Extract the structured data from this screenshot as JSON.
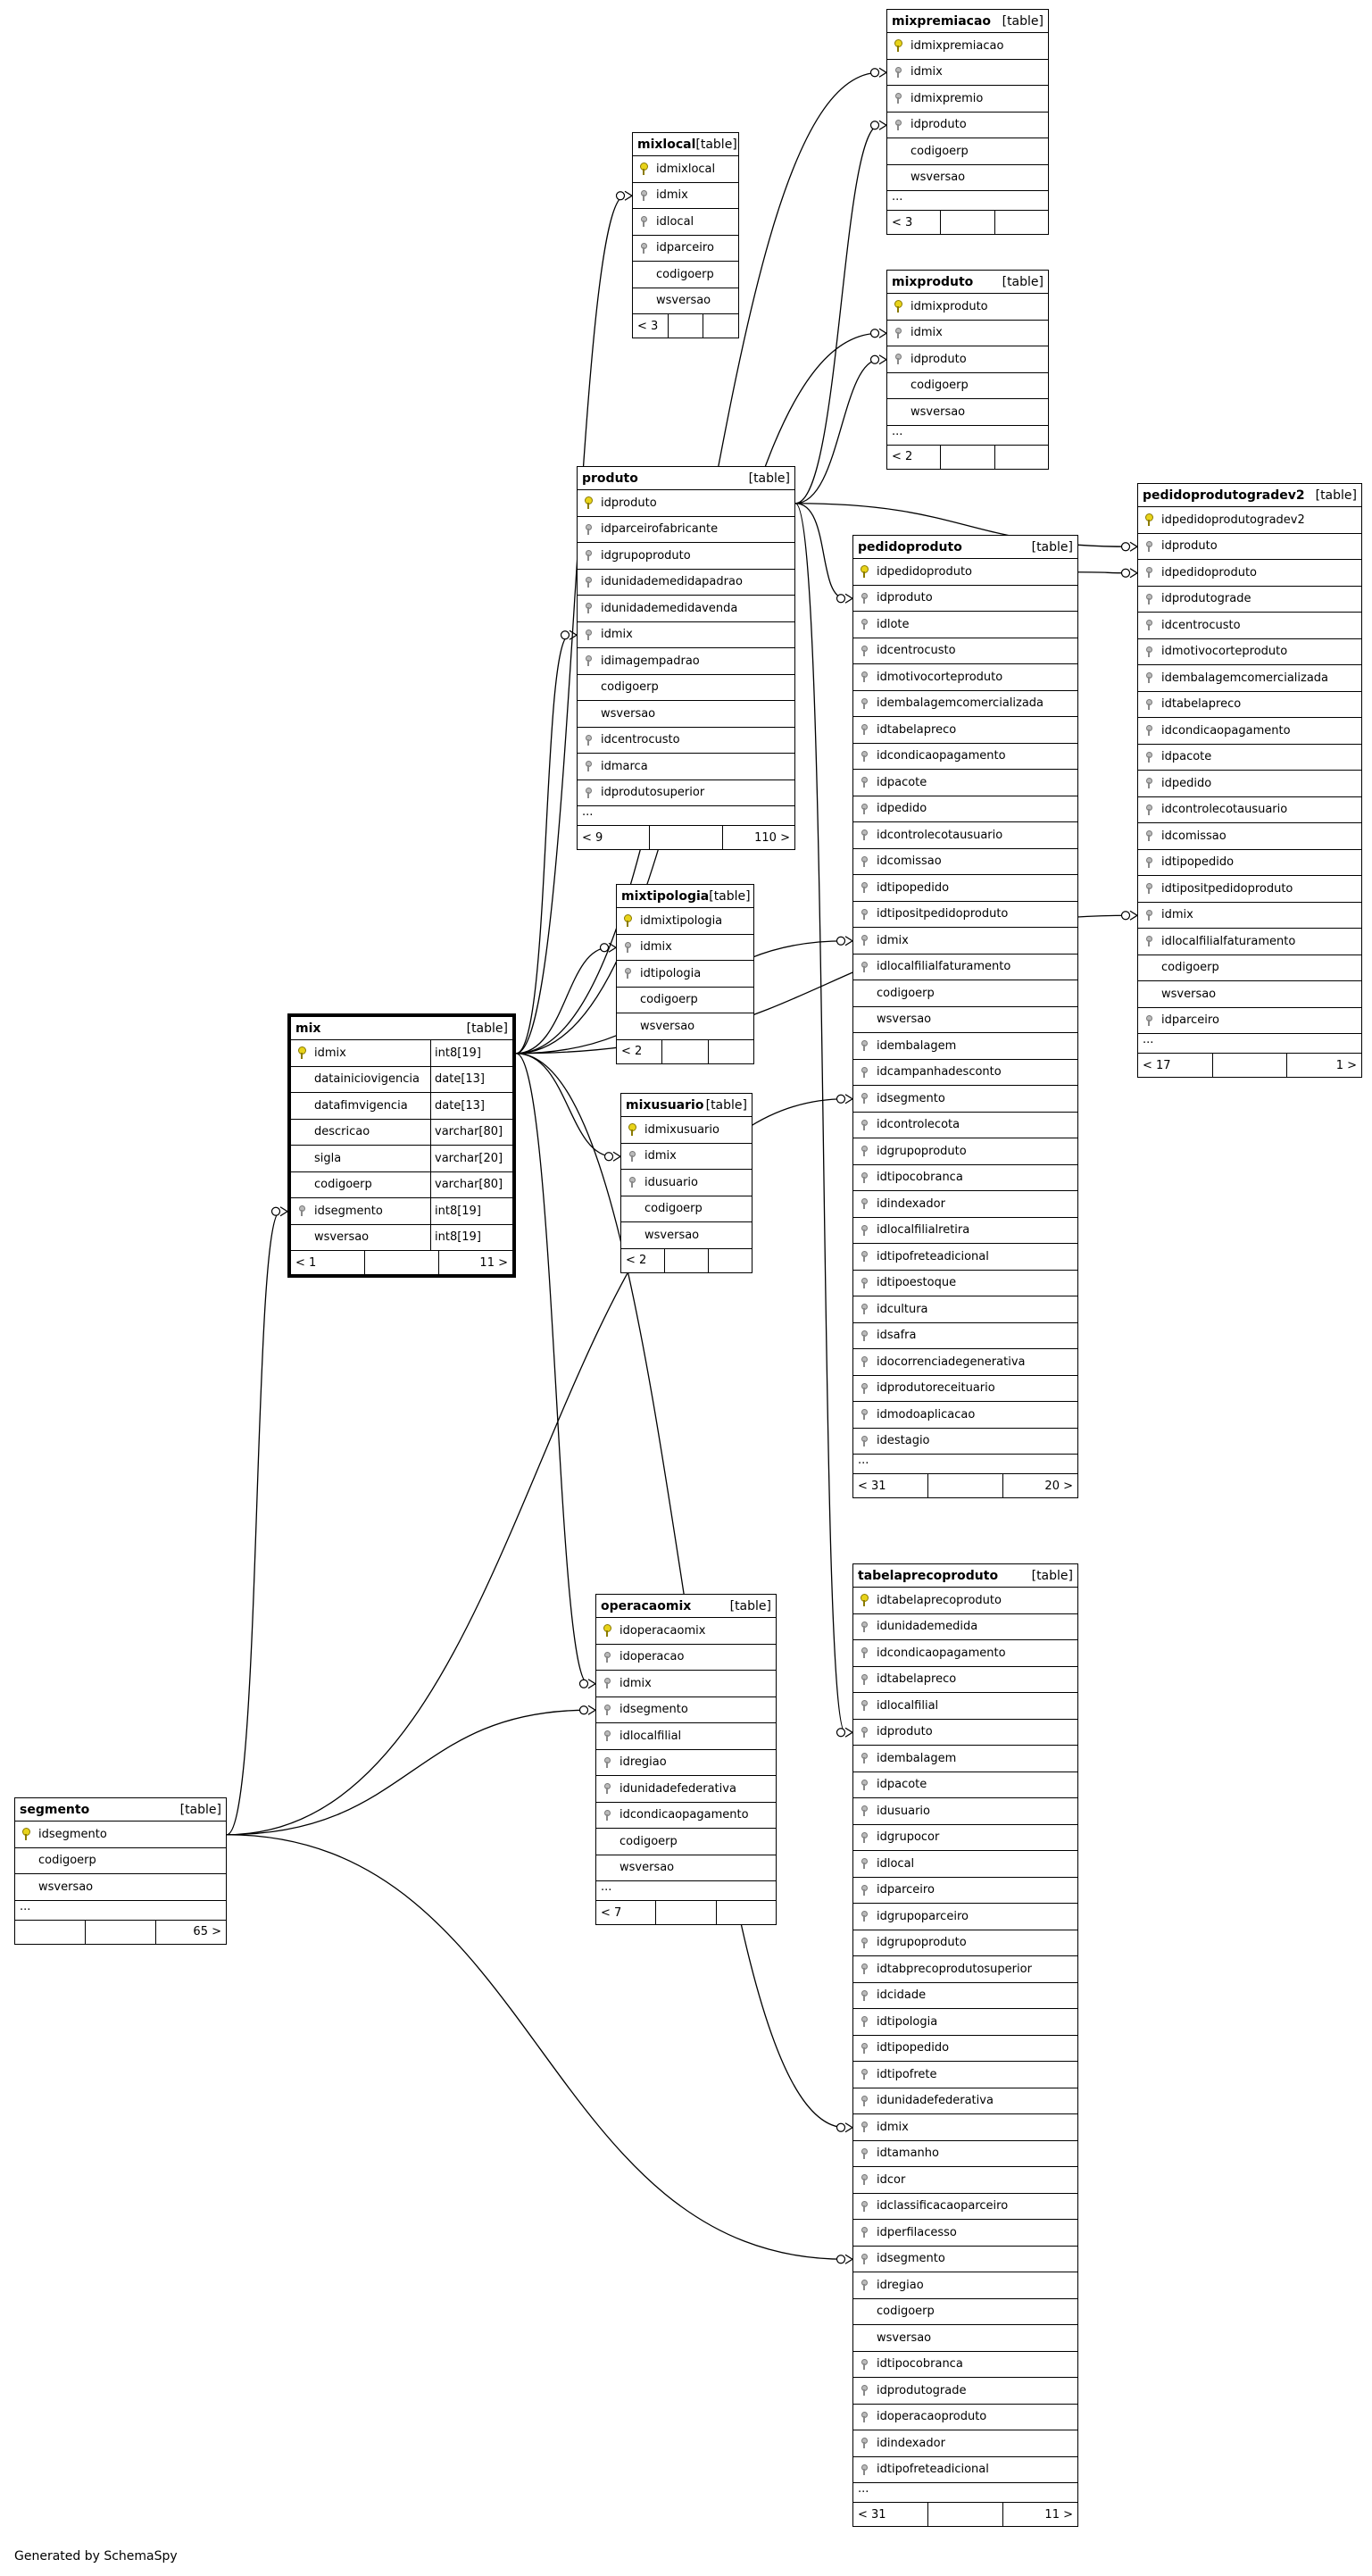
{
  "footer": "Generated by SchemaSpy",
  "tables": [
    {
      "id": "mixpremiacao",
      "name": "mixpremiacao",
      "kind": "[table]",
      "columns": [
        {
          "name": "idmixpremiacao",
          "key": "pk"
        },
        {
          "name": "idmix",
          "key": "fk"
        },
        {
          "name": "idmixpremio",
          "key": "fk"
        },
        {
          "name": "idproduto",
          "key": "fk"
        },
        {
          "name": "codigoerp",
          "key": ""
        },
        {
          "name": "wsversao",
          "key": ""
        }
      ],
      "ellipsis": "...",
      "footer": [
        "< 3",
        "",
        ""
      ]
    },
    {
      "id": "mixlocal",
      "name": "mixlocal",
      "kind": "[table]",
      "columns": [
        {
          "name": "idmixlocal",
          "key": "pk"
        },
        {
          "name": "idmix",
          "key": "fk"
        },
        {
          "name": "idlocal",
          "key": "fk"
        },
        {
          "name": "idparceiro",
          "key": "fk"
        },
        {
          "name": "codigoerp",
          "key": ""
        },
        {
          "name": "wsversao",
          "key": ""
        }
      ],
      "ellipsis": "",
      "footer": [
        "< 3",
        "",
        ""
      ]
    },
    {
      "id": "mixproduto",
      "name": "mixproduto",
      "kind": "[table]",
      "columns": [
        {
          "name": "idmixproduto",
          "key": "pk"
        },
        {
          "name": "idmix",
          "key": "fk"
        },
        {
          "name": "idproduto",
          "key": "fk"
        },
        {
          "name": "codigoerp",
          "key": ""
        },
        {
          "name": "wsversao",
          "key": ""
        }
      ],
      "ellipsis": "...",
      "footer": [
        "< 2",
        "",
        ""
      ]
    },
    {
      "id": "produto",
      "name": "produto",
      "kind": "[table]",
      "columns": [
        {
          "name": "idproduto",
          "key": "pk"
        },
        {
          "name": "idparceirofabricante",
          "key": "fk"
        },
        {
          "name": "idgrupoproduto",
          "key": "fk"
        },
        {
          "name": "idunidademedidapadrao",
          "key": "fk"
        },
        {
          "name": "idunidademedidavenda",
          "key": "fk"
        },
        {
          "name": "idmix",
          "key": "fk"
        },
        {
          "name": "idimagempadrao",
          "key": "fk"
        },
        {
          "name": "codigoerp",
          "key": ""
        },
        {
          "name": "wsversao",
          "key": ""
        },
        {
          "name": "idcentrocusto",
          "key": "fk"
        },
        {
          "name": "idmarca",
          "key": "fk"
        },
        {
          "name": "idprodutosuperior",
          "key": "fk"
        }
      ],
      "ellipsis": "...",
      "footer": [
        "< 9",
        "",
        "110 >"
      ]
    },
    {
      "id": "pedidoprodutogradev2",
      "name": "pedidoprodutogradev2",
      "kind": "[table]",
      "columns": [
        {
          "name": "idpedidoprodutogradev2",
          "key": "pk"
        },
        {
          "name": "idproduto",
          "key": "fk"
        },
        {
          "name": "idpedidoproduto",
          "key": "fk"
        },
        {
          "name": "idprodutograde",
          "key": "fk"
        },
        {
          "name": "idcentrocusto",
          "key": "fk"
        },
        {
          "name": "idmotivocorteproduto",
          "key": "fk"
        },
        {
          "name": "idembalagemcomercializada",
          "key": "fk"
        },
        {
          "name": "idtabelapreco",
          "key": "fk"
        },
        {
          "name": "idcondicaopagamento",
          "key": "fk"
        },
        {
          "name": "idpacote",
          "key": "fk"
        },
        {
          "name": "idpedido",
          "key": "fk"
        },
        {
          "name": "idcontrolecotausuario",
          "key": "fk"
        },
        {
          "name": "idcomissao",
          "key": "fk"
        },
        {
          "name": "idtipopedido",
          "key": "fk"
        },
        {
          "name": "idtipositpedidoproduto",
          "key": "fk"
        },
        {
          "name": "idmix",
          "key": "fk"
        },
        {
          "name": "idlocalfilialfaturamento",
          "key": "fk"
        },
        {
          "name": "codigoerp",
          "key": ""
        },
        {
          "name": "wsversao",
          "key": ""
        },
        {
          "name": "idparceiro",
          "key": "fk"
        }
      ],
      "ellipsis": "...",
      "footer": [
        "< 17",
        "",
        "1 >"
      ]
    },
    {
      "id": "pedidoproduto",
      "name": "pedidoproduto",
      "kind": "[table]",
      "columns": [
        {
          "name": "idpedidoproduto",
          "key": "pk"
        },
        {
          "name": "idproduto",
          "key": "fk"
        },
        {
          "name": "idlote",
          "key": "fk"
        },
        {
          "name": "idcentrocusto",
          "key": "fk"
        },
        {
          "name": "idmotivocorteproduto",
          "key": "fk"
        },
        {
          "name": "idembalagemcomercializada",
          "key": "fk"
        },
        {
          "name": "idtabelapreco",
          "key": "fk"
        },
        {
          "name": "idcondicaopagamento",
          "key": "fk"
        },
        {
          "name": "idpacote",
          "key": "fk"
        },
        {
          "name": "idpedido",
          "key": "fk"
        },
        {
          "name": "idcontrolecotausuario",
          "key": "fk"
        },
        {
          "name": "idcomissao",
          "key": "fk"
        },
        {
          "name": "idtipopedido",
          "key": "fk"
        },
        {
          "name": "idtipositpedidoproduto",
          "key": "fk"
        },
        {
          "name": "idmix",
          "key": "fk"
        },
        {
          "name": "idlocalfilialfaturamento",
          "key": "fk"
        },
        {
          "name": "codigoerp",
          "key": ""
        },
        {
          "name": "wsversao",
          "key": ""
        },
        {
          "name": "idembalagem",
          "key": "fk"
        },
        {
          "name": "idcampanhadesconto",
          "key": "fk"
        },
        {
          "name": "idsegmento",
          "key": "fk"
        },
        {
          "name": "idcontrolecota",
          "key": "fk"
        },
        {
          "name": "idgrupoproduto",
          "key": "fk"
        },
        {
          "name": "idtipocobranca",
          "key": "fk"
        },
        {
          "name": "idindexador",
          "key": "fk"
        },
        {
          "name": "idlocalfilialretira",
          "key": "fk"
        },
        {
          "name": "idtipofreteadicional",
          "key": "fk"
        },
        {
          "name": "idtipoestoque",
          "key": "fk"
        },
        {
          "name": "idcultura",
          "key": "fk"
        },
        {
          "name": "idsafra",
          "key": "fk"
        },
        {
          "name": "idocorrenciadegenerativa",
          "key": "fk"
        },
        {
          "name": "idprodutoreceituario",
          "key": "fk"
        },
        {
          "name": "idmodoaplicacao",
          "key": "fk"
        },
        {
          "name": "idestagio",
          "key": "fk"
        }
      ],
      "ellipsis": "...",
      "footer": [
        "< 31",
        "",
        "20 >"
      ]
    },
    {
      "id": "mixtipologia",
      "name": "mixtipologia",
      "kind": "[table]",
      "columns": [
        {
          "name": "idmixtipologia",
          "key": "pk"
        },
        {
          "name": "idmix",
          "key": "fk"
        },
        {
          "name": "idtipologia",
          "key": "fk"
        },
        {
          "name": "codigoerp",
          "key": ""
        },
        {
          "name": "wsversao",
          "key": ""
        }
      ],
      "ellipsis": "",
      "footer": [
        "< 2",
        "",
        ""
      ]
    },
    {
      "id": "mix",
      "name": "mix",
      "kind": "[table]",
      "columns": [
        {
          "name": "idmix",
          "key": "pk",
          "type": "int8[19]"
        },
        {
          "name": "datainiciovigencia",
          "key": "",
          "type": "date[13]"
        },
        {
          "name": "datafimvigencia",
          "key": "",
          "type": "date[13]"
        },
        {
          "name": "descricao",
          "key": "",
          "type": "varchar[80]"
        },
        {
          "name": "sigla",
          "key": "",
          "type": "varchar[20]"
        },
        {
          "name": "codigoerp",
          "key": "",
          "type": "varchar[80]"
        },
        {
          "name": "idsegmento",
          "key": "fk",
          "type": "int8[19]"
        },
        {
          "name": "wsversao",
          "key": "",
          "type": "int8[19]"
        }
      ],
      "ellipsis": "",
      "footer": [
        "< 1",
        "",
        "11 >"
      ]
    },
    {
      "id": "mixusuario",
      "name": "mixusuario",
      "kind": "[table]",
      "columns": [
        {
          "name": "idmixusuario",
          "key": "pk"
        },
        {
          "name": "idmix",
          "key": "fk"
        },
        {
          "name": "idusuario",
          "key": "fk"
        },
        {
          "name": "codigoerp",
          "key": ""
        },
        {
          "name": "wsversao",
          "key": ""
        }
      ],
      "ellipsis": "",
      "footer": [
        "< 2",
        "",
        ""
      ]
    },
    {
      "id": "operacaomix",
      "name": "operacaomix",
      "kind": "[table]",
      "columns": [
        {
          "name": "idoperacaomix",
          "key": "pk"
        },
        {
          "name": "idoperacao",
          "key": "fk"
        },
        {
          "name": "idmix",
          "key": "fk"
        },
        {
          "name": "idsegmento",
          "key": "fk"
        },
        {
          "name": "idlocalfilial",
          "key": "fk"
        },
        {
          "name": "idregiao",
          "key": "fk"
        },
        {
          "name": "idunidadefederativa",
          "key": "fk"
        },
        {
          "name": "idcondicaopagamento",
          "key": "fk"
        },
        {
          "name": "codigoerp",
          "key": ""
        },
        {
          "name": "wsversao",
          "key": ""
        }
      ],
      "ellipsis": "...",
      "footer": [
        "< 7",
        "",
        ""
      ]
    },
    {
      "id": "tabelaprecoproduto",
      "name": "tabelaprecoproduto",
      "kind": "[table]",
      "columns": [
        {
          "name": "idtabelaprecoproduto",
          "key": "pk"
        },
        {
          "name": "idunidademedida",
          "key": "fk"
        },
        {
          "name": "idcondicaopagamento",
          "key": "fk"
        },
        {
          "name": "idtabelapreco",
          "key": "fk"
        },
        {
          "name": "idlocalfilial",
          "key": "fk"
        },
        {
          "name": "idproduto",
          "key": "fk"
        },
        {
          "name": "idembalagem",
          "key": "fk"
        },
        {
          "name": "idpacote",
          "key": "fk"
        },
        {
          "name": "idusuario",
          "key": "fk"
        },
        {
          "name": "idgrupocor",
          "key": "fk"
        },
        {
          "name": "idlocal",
          "key": "fk"
        },
        {
          "name": "idparceiro",
          "key": "fk"
        },
        {
          "name": "idgrupoparceiro",
          "key": "fk"
        },
        {
          "name": "idgrupoproduto",
          "key": "fk"
        },
        {
          "name": "idtabprecoprodutosuperior",
          "key": "fk"
        },
        {
          "name": "idcidade",
          "key": "fk"
        },
        {
          "name": "idtipologia",
          "key": "fk"
        },
        {
          "name": "idtipopedido",
          "key": "fk"
        },
        {
          "name": "idtipofrete",
          "key": "fk"
        },
        {
          "name": "idunidadefederativa",
          "key": "fk"
        },
        {
          "name": "idmix",
          "key": "fk"
        },
        {
          "name": "idtamanho",
          "key": "fk"
        },
        {
          "name": "idcor",
          "key": "fk"
        },
        {
          "name": "idclassificacaoparceiro",
          "key": "fk"
        },
        {
          "name": "idperfilacesso",
          "key": "fk"
        },
        {
          "name": "idsegmento",
          "key": "fk"
        },
        {
          "name": "idregiao",
          "key": "fk"
        },
        {
          "name": "codigoerp",
          "key": ""
        },
        {
          "name": "wsversao",
          "key": ""
        },
        {
          "name": "idtipocobranca",
          "key": "fk"
        },
        {
          "name": "idprodutograde",
          "key": "fk"
        },
        {
          "name": "idoperacaoproduto",
          "key": "fk"
        },
        {
          "name": "idindexador",
          "key": "fk"
        },
        {
          "name": "idtipofreteadicional",
          "key": "fk"
        }
      ],
      "ellipsis": "...",
      "footer": [
        "< 31",
        "",
        "11 >"
      ]
    },
    {
      "id": "segmento",
      "name": "segmento",
      "kind": "[table]",
      "columns": [
        {
          "name": "idsegmento",
          "key": "pk"
        },
        {
          "name": "codigoerp",
          "key": ""
        },
        {
          "name": "wsversao",
          "key": ""
        }
      ],
      "ellipsis": "...",
      "footer": [
        "",
        "",
        "65 >"
      ]
    }
  ],
  "relationships": [
    {
      "from": "mix",
      "to": "mixpremiacao",
      "column": "idmix"
    },
    {
      "from": "mix",
      "to": "mixlocal",
      "column": "idmix"
    },
    {
      "from": "mix",
      "to": "mixproduto",
      "column": "idmix"
    },
    {
      "from": "mix",
      "to": "produto",
      "column": "idmix"
    },
    {
      "from": "mix",
      "to": "mixtipologia",
      "column": "idmix"
    },
    {
      "from": "mix",
      "to": "mixusuario",
      "column": "idmix"
    },
    {
      "from": "mix",
      "to": "operacaomix",
      "column": "idmix"
    },
    {
      "from": "mix",
      "to": "pedidoproduto",
      "column": "idmix"
    },
    {
      "from": "mix",
      "to": "pedidoprodutogradev2",
      "column": "idmix"
    },
    {
      "from": "mix",
      "to": "tabelaprecoproduto",
      "column": "idmix"
    },
    {
      "from": "produto",
      "to": "mixpremiacao",
      "column": "idproduto"
    },
    {
      "from": "produto",
      "to": "mixproduto",
      "column": "idproduto"
    },
    {
      "from": "produto",
      "to": "pedidoproduto",
      "column": "idproduto"
    },
    {
      "from": "produto",
      "to": "pedidoprodutogradev2",
      "column": "idproduto"
    },
    {
      "from": "produto",
      "to": "tabelaprecoproduto",
      "column": "idproduto"
    },
    {
      "from": "pedidoproduto",
      "to": "pedidoprodutogradev2",
      "column": "idpedidoproduto"
    },
    {
      "from": "segmento",
      "to": "mix",
      "column": "idsegmento"
    },
    {
      "from": "segmento",
      "to": "operacaomix",
      "column": "idsegmento"
    },
    {
      "from": "segmento",
      "to": "pedidoproduto",
      "column": "idsegmento"
    },
    {
      "from": "segmento",
      "to": "tabelaprecoproduto",
      "column": "idsegmento"
    }
  ]
}
